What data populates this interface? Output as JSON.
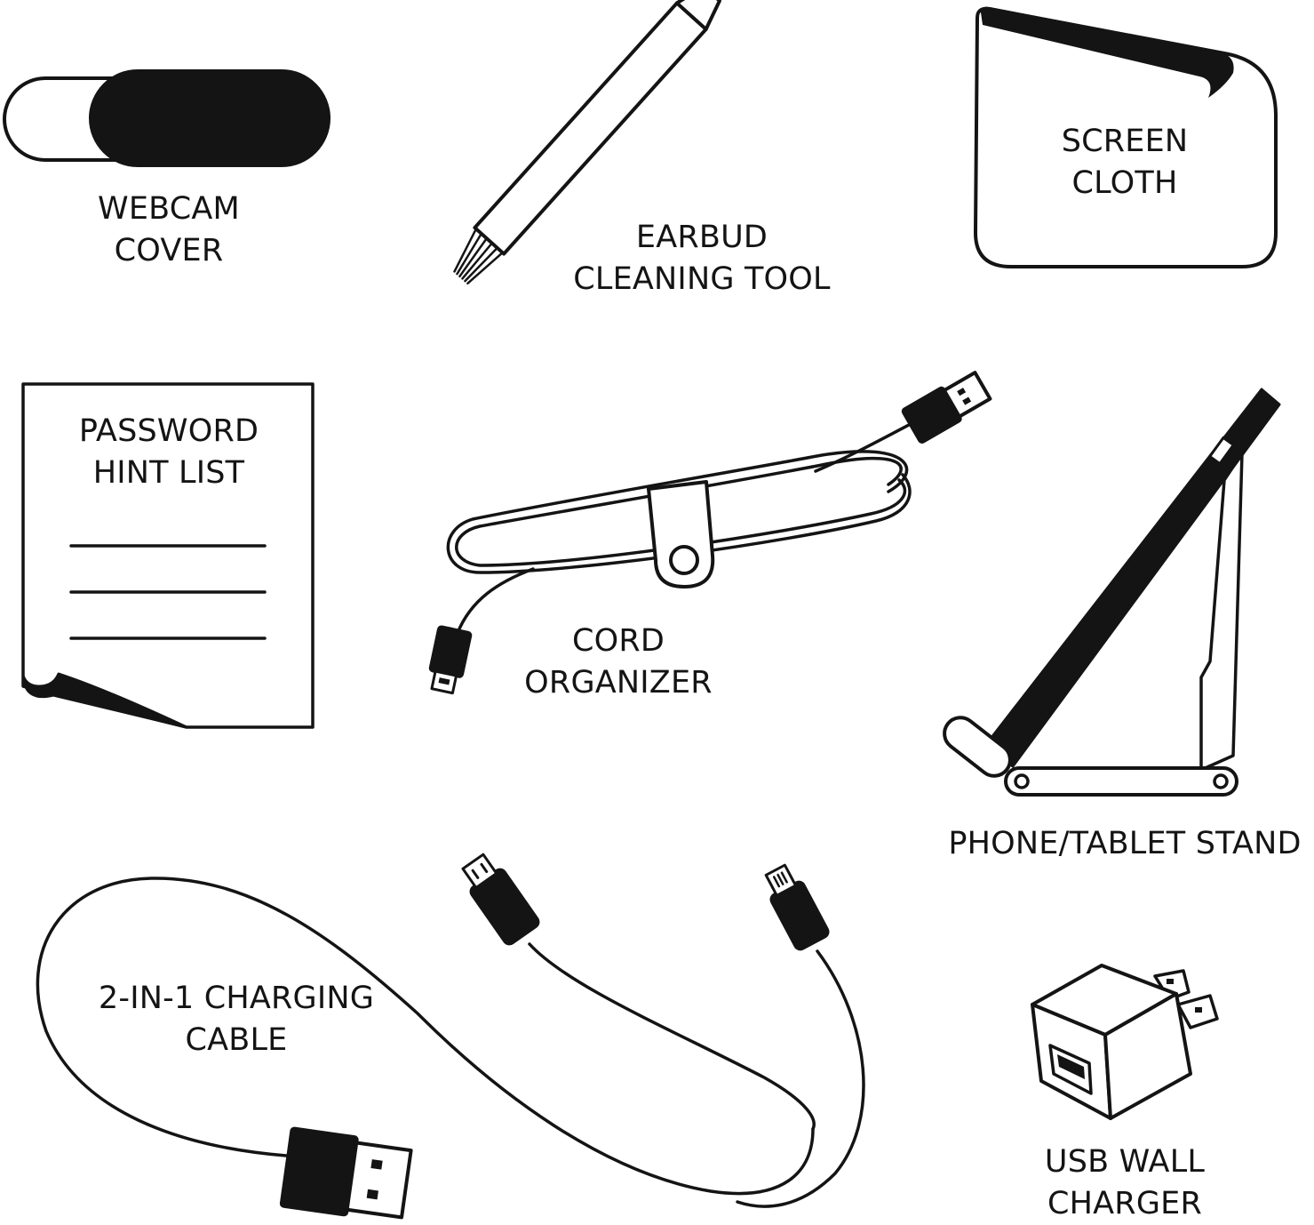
{
  "colors": {
    "ink": "#141414",
    "paper": "#ffffff"
  },
  "items": {
    "webcam_cover": {
      "icon": "webcam-cover-icon",
      "line1": "WEBCAM",
      "line2": "COVER"
    },
    "earbud_tool": {
      "icon": "earbud-cleaning-tool-icon",
      "line1": "EARBUD",
      "line2": "CLEANING TOOL"
    },
    "screen_cloth": {
      "icon": "screen-cloth-icon",
      "line1": "SCREEN",
      "line2": "CLOTH"
    },
    "password_list": {
      "icon": "password-hint-list-icon",
      "line1": "PASSWORD",
      "line2": "HINT LIST"
    },
    "cord_organizer": {
      "icon": "cord-organizer-icon",
      "line1": "CORD",
      "line2": "ORGANIZER"
    },
    "stand": {
      "icon": "phone-tablet-stand-icon",
      "line1": "PHONE/TABLET STAND"
    },
    "charging_cable": {
      "icon": "charging-cable-icon",
      "line1": "2-IN-1 CHARGING",
      "line2": "CABLE"
    },
    "wall_charger": {
      "icon": "usb-wall-charger-icon",
      "line1": "USB WALL",
      "line2": "CHARGER"
    }
  }
}
